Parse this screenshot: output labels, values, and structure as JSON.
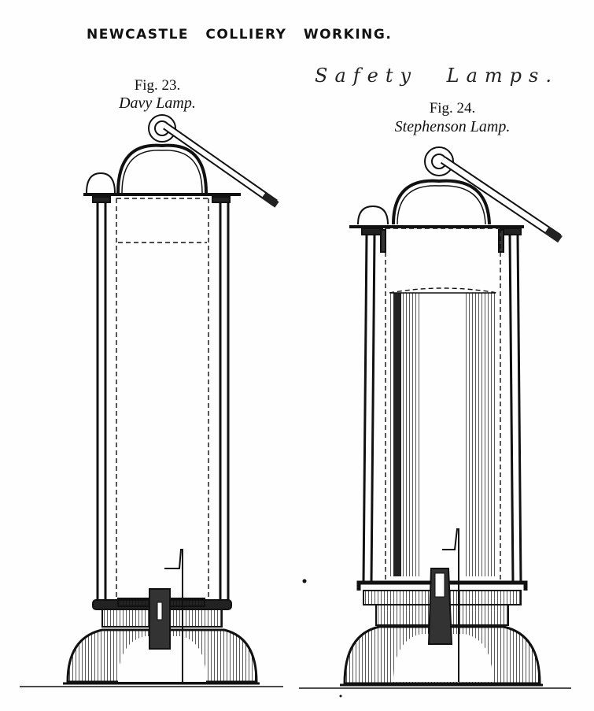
{
  "plate": {
    "title": "NEWCASTLE COLLIERY WORKING.",
    "subtitle": "Safety Lamps."
  },
  "figures": [
    {
      "number": "Fig. 23.",
      "name": "Davy Lamp."
    },
    {
      "number": "Fig. 24.",
      "name": "Stephenson Lamp."
    }
  ],
  "colors": {
    "ink": "#111111",
    "paper": "#fefefe"
  }
}
